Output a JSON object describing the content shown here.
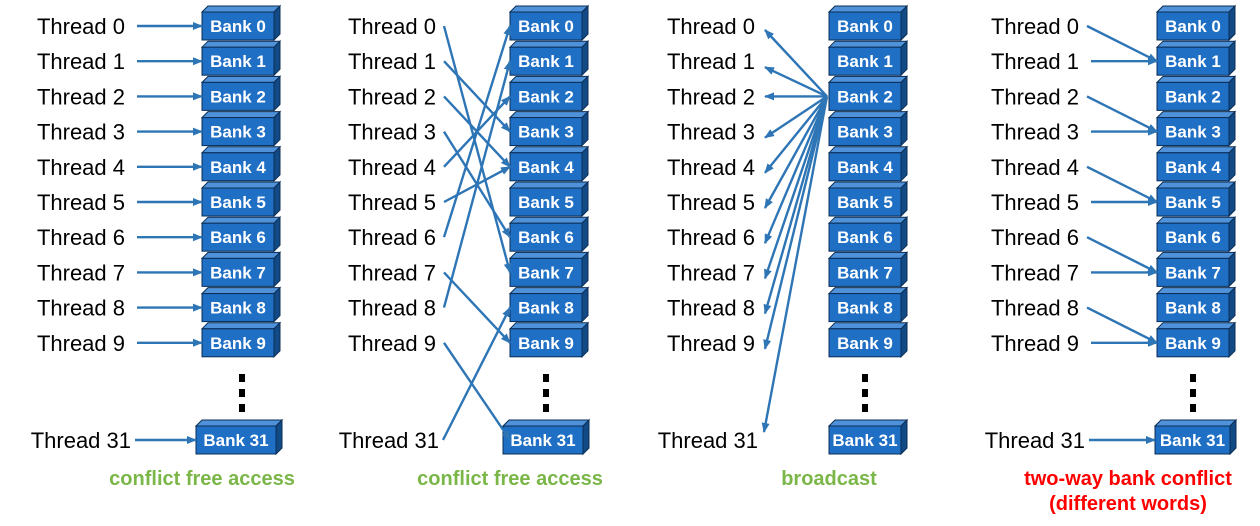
{
  "colors": {
    "arrow": "#2e75b6",
    "bank_front": "#1f6fc5",
    "bank_top": "#4f92d9",
    "bank_side": "#124a86",
    "bank_border": "#0b2e55",
    "caption_green": "#7ab648",
    "caption_red": "#ff0000"
  },
  "threads": [
    "Thread 0",
    "Thread 1",
    "Thread 2",
    "Thread 3",
    "Thread 4",
    "Thread 5",
    "Thread 6",
    "Thread 7",
    "Thread 8",
    "Thread 9"
  ],
  "last_thread": "Thread 31",
  "banks": [
    "Bank 0",
    "Bank 1",
    "Bank 2",
    "Bank 3",
    "Bank 4",
    "Bank 5",
    "Bank 6",
    "Bank 7",
    "Bank 8",
    "Bank 9"
  ],
  "last_bank": "Bank 31",
  "panels": [
    {
      "mode": "direct",
      "caption_lines": [
        "conflict free access"
      ],
      "caption_color": "#7ab648",
      "mapping": [
        0,
        1,
        2,
        3,
        4,
        5,
        6,
        7,
        8,
        9
      ],
      "last_mapping": 31
    },
    {
      "mode": "direct",
      "caption_lines": [
        "conflict free access"
      ],
      "caption_color": "#7ab648",
      "mapping": [
        7,
        3,
        4,
        6,
        2,
        4,
        0,
        9,
        1,
        31
      ],
      "last_mapping": 8
    },
    {
      "mode": "broadcast",
      "caption_lines": [
        "broadcast"
      ],
      "caption_color": "#7ab648",
      "source_bank": 2
    },
    {
      "mode": "direct",
      "caption_lines": [
        "two-way bank conflict",
        "(different words)"
      ],
      "caption_color": "#ff0000",
      "mapping": [
        1,
        1,
        3,
        3,
        5,
        5,
        7,
        7,
        9,
        9
      ],
      "last_mapping": 31
    }
  ]
}
